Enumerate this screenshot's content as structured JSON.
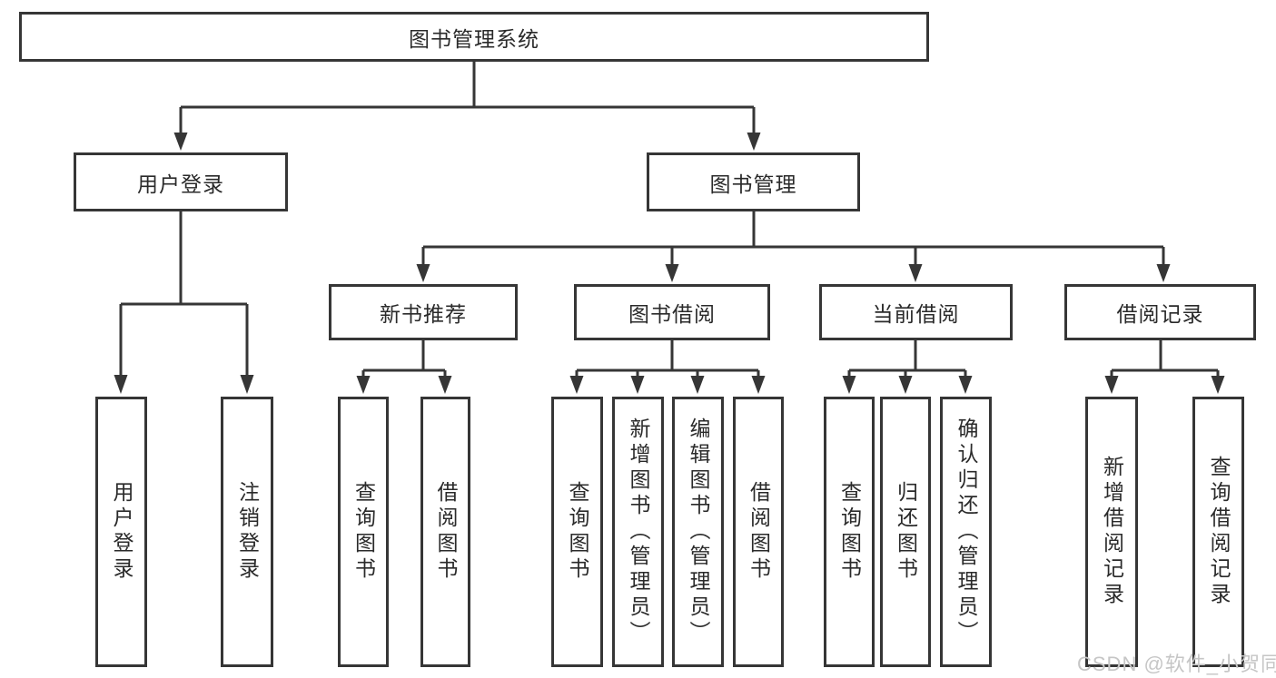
{
  "diagram": {
    "root": {
      "label": "图书管理系统"
    },
    "level2": [
      {
        "label": "用户登录"
      },
      {
        "label": "图书管理"
      }
    ],
    "level3": [
      {
        "label": "新书推荐"
      },
      {
        "label": "图书借阅"
      },
      {
        "label": "当前借阅"
      },
      {
        "label": "借阅记录"
      }
    ],
    "leaves": [
      {
        "label": "用户登录"
      },
      {
        "label": "注销登录"
      },
      {
        "label": "查询图书"
      },
      {
        "label": "借阅图书"
      },
      {
        "label": "查询图书"
      },
      {
        "label": "新增图书（管理员）"
      },
      {
        "label": "编辑图书（管理员）"
      },
      {
        "label": "借阅图书"
      },
      {
        "label": "查询图书"
      },
      {
        "label": "归还图书"
      },
      {
        "label": "确认归还（管理员）"
      },
      {
        "label": "新增借阅记录"
      },
      {
        "label": "查询借阅记录"
      }
    ]
  },
  "watermark": {
    "text": "CSDN @软件_小贺同学"
  },
  "colors": {
    "line": "#363636",
    "text": "#2a2a2a",
    "watermark": "#c6c6c6",
    "background": "#ffffff"
  }
}
